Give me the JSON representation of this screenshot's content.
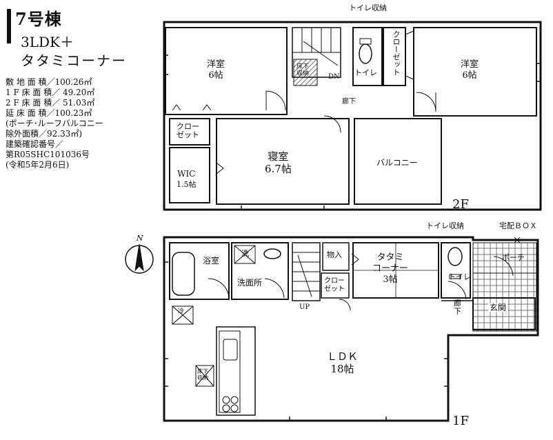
{
  "header": {
    "building": "7号棟",
    "layout": "3LDK＋",
    "sub": "タタミコーナー"
  },
  "specs": [
    "敷 地 面 積／100.26㎡",
    "1 F 床 面 積／ 49.20㎡",
    "2 F 床 面 積／ 51.03㎡",
    "延 床 面 積／100.23㎡",
    "(ポーチ･ルーフバルコニー",
    "除外面積／92.33㎡)",
    "建築確認番号／",
    "第R05SHC101036号",
    "(令和5年2月6日)"
  ],
  "floor2": {
    "label": "2F",
    "room_w": [
      "洋室",
      "6帖"
    ],
    "room_e": [
      "洋室",
      "6帖"
    ],
    "closet_a": [
      "クロー",
      "ゼット"
    ],
    "closet_v": "クローゼット",
    "bedroom": [
      "寝室",
      "6.7帖"
    ],
    "wic": [
      "WIC",
      "1.5帖"
    ],
    "balcony": "バルコニー",
    "toilet_storage": "トイレ収納",
    "toilet": "トイレ",
    "dn": "DN",
    "hall": "廊下",
    "floor_storage": [
      "床下",
      "収納"
    ]
  },
  "floor1": {
    "label": "1F",
    "bath": "浴室",
    "washroom": "洗面所",
    "wash": "洗",
    "storage": "物入",
    "closet": [
      "クロー",
      "ゼット"
    ],
    "up": "UP",
    "tatami": [
      "タタミ",
      "コーナー",
      "3帖"
    ],
    "toilet_storage": "トイレ収納",
    "delivery": "宅配ＢＯＸ",
    "porch": "ポーチ",
    "toilet": "トイレ",
    "hall": [
      "廊",
      "下"
    ],
    "entrance": "玄関",
    "ldk": [
      "ＬＤＫ",
      "18帖"
    ],
    "fridge": "冷",
    "floor_storage": [
      "床下",
      "収納"
    ]
  },
  "compass": "N"
}
